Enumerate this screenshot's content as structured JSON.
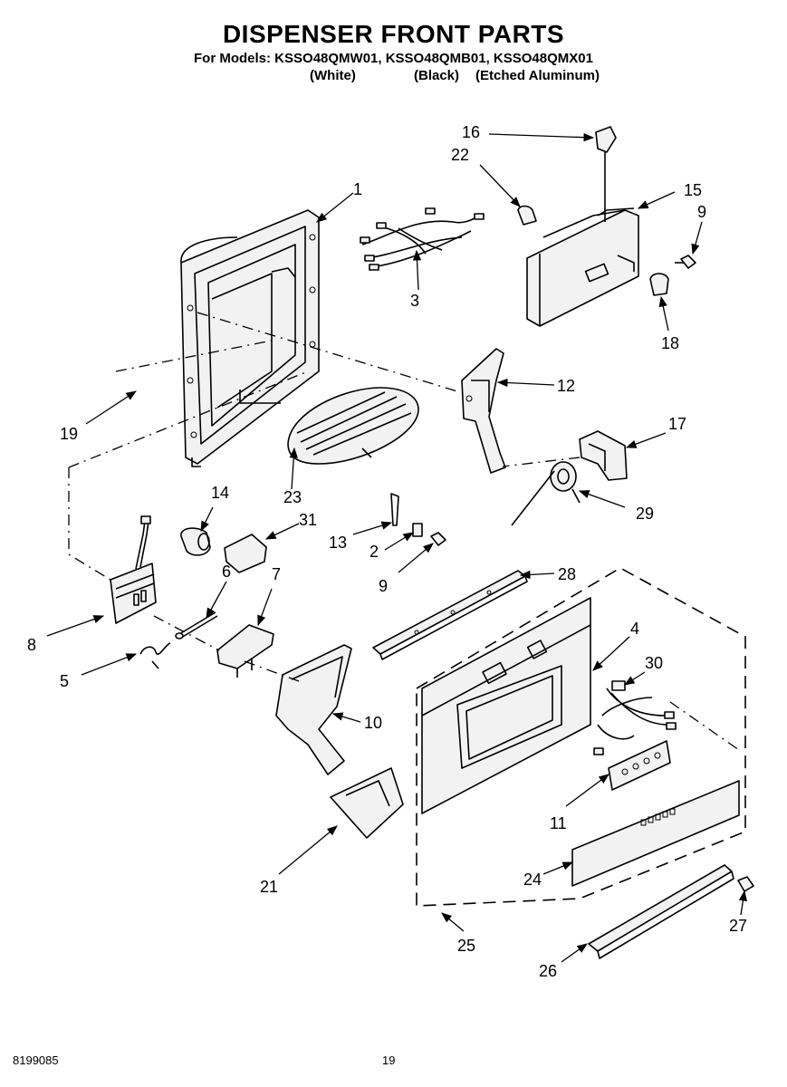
{
  "header": {
    "title": "DISPENSER FRONT PARTS",
    "models_line": "For Models: KSSO48QMW01, KSSO48QMB01, KSSO48QMX01",
    "finish_white": "(White)",
    "finish_black": "(Black)",
    "finish_aluminum": "(Etched Aluminum)"
  },
  "footer": {
    "doc_number": "8199085",
    "page_number": "19"
  },
  "callouts": {
    "c1": "1",
    "c2": "2",
    "c3": "3",
    "c4": "4",
    "c5": "5",
    "c6": "6",
    "c7": "7",
    "c8": "8",
    "c9a": "9",
    "c9b": "9",
    "c10": "10",
    "c11": "11",
    "c12": "12",
    "c13": "13",
    "c14": "14",
    "c15": "15",
    "c16": "16",
    "c17": "17",
    "c18": "18",
    "c19": "19",
    "c21": "21",
    "c22": "22",
    "c23": "23",
    "c24": "24",
    "c25": "25",
    "c26": "26",
    "c27": "27",
    "c28": "28",
    "c29": "29",
    "c30": "30",
    "c31": "31"
  }
}
